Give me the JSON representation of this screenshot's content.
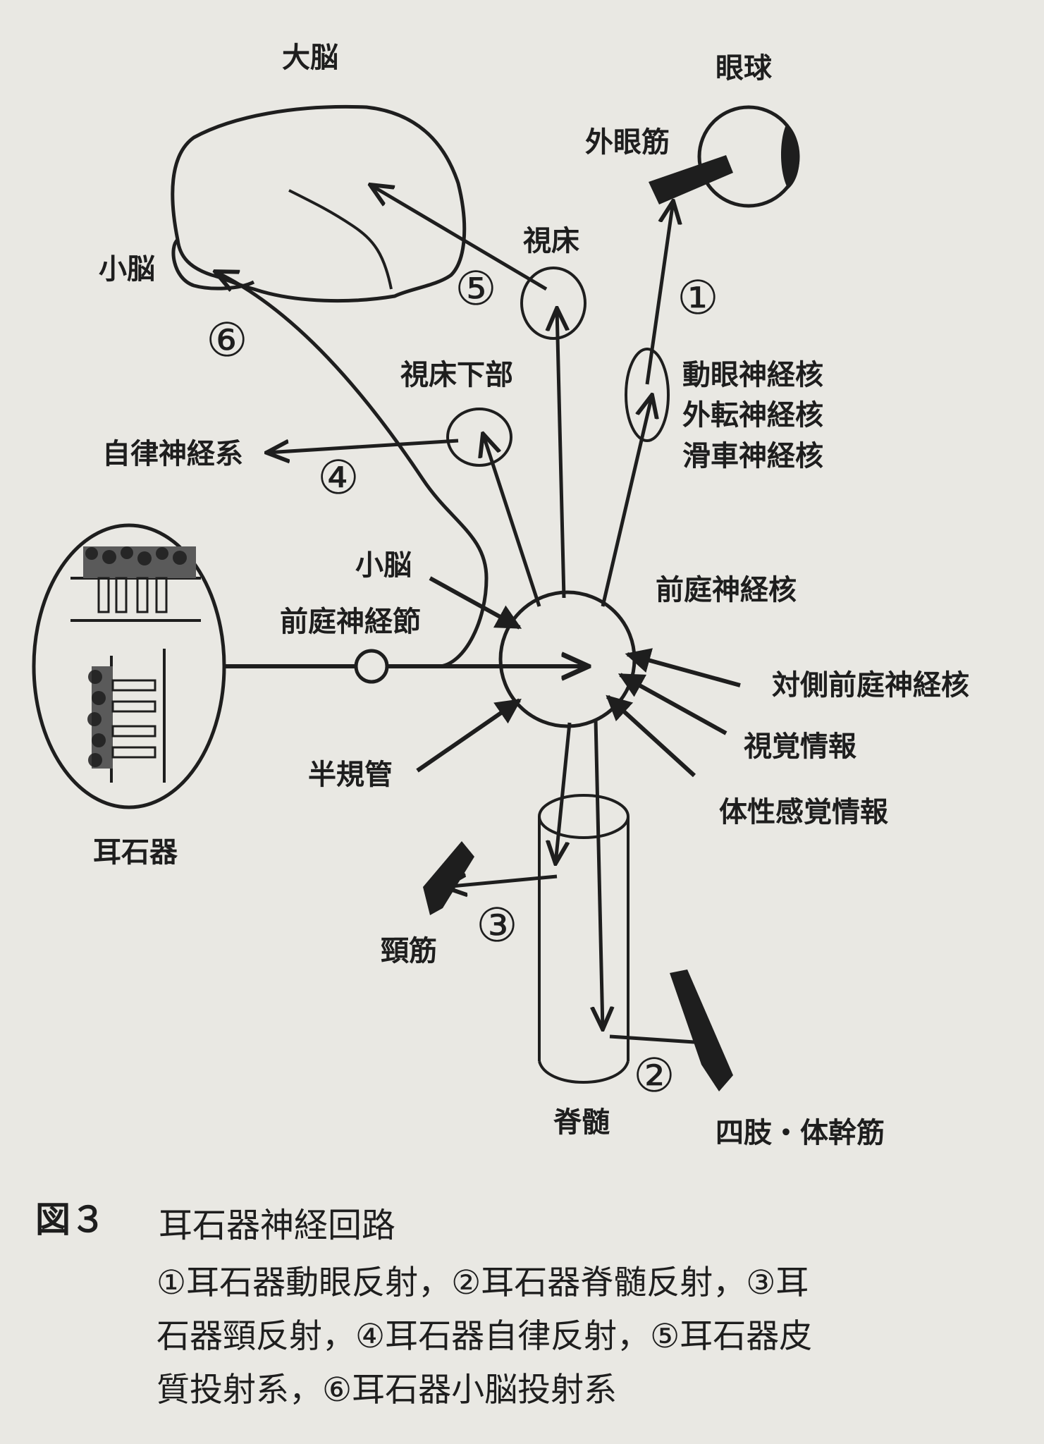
{
  "labels": {
    "cerebrum": "大脳",
    "eyeball": "眼球",
    "extraocular_muscle": "外眼筋",
    "thalamus": "視床",
    "cerebellum_top": "小脳",
    "hypothalamus": "視床下部",
    "oculomotor_nucleus": "動眼神経核",
    "abducens_nucleus": "外転神経核",
    "trochlear_nucleus": "滑車神経核",
    "autonomic": "自律神経系",
    "cerebellum_input": "小脳",
    "vestibular_nucleus": "前庭神経核",
    "vestibular_ganglion": "前庭神経節",
    "contralateral": "対側前庭神経核",
    "visual": "視覚情報",
    "semicircular": "半規管",
    "somatosensory": "体性感覚情報",
    "otolith": "耳石器",
    "neck_muscle": "頸筋",
    "spinal_cord": "脊髄",
    "limb_muscle": "四肢・体幹筋"
  },
  "numbers": {
    "n1": "①",
    "n2": "②",
    "n3": "③",
    "n4": "④",
    "n5": "⑤",
    "n6": "⑥"
  },
  "caption": {
    "figure_label": "図３",
    "title": "耳石器神経回路",
    "line1": "①耳石器動眼反射，②耳石器脊髄反射，③耳",
    "line2": "石器頸反射，④耳石器自律反射，⑤耳石器皮",
    "line3": "質投射系，⑥耳石器小脳投射系"
  }
}
